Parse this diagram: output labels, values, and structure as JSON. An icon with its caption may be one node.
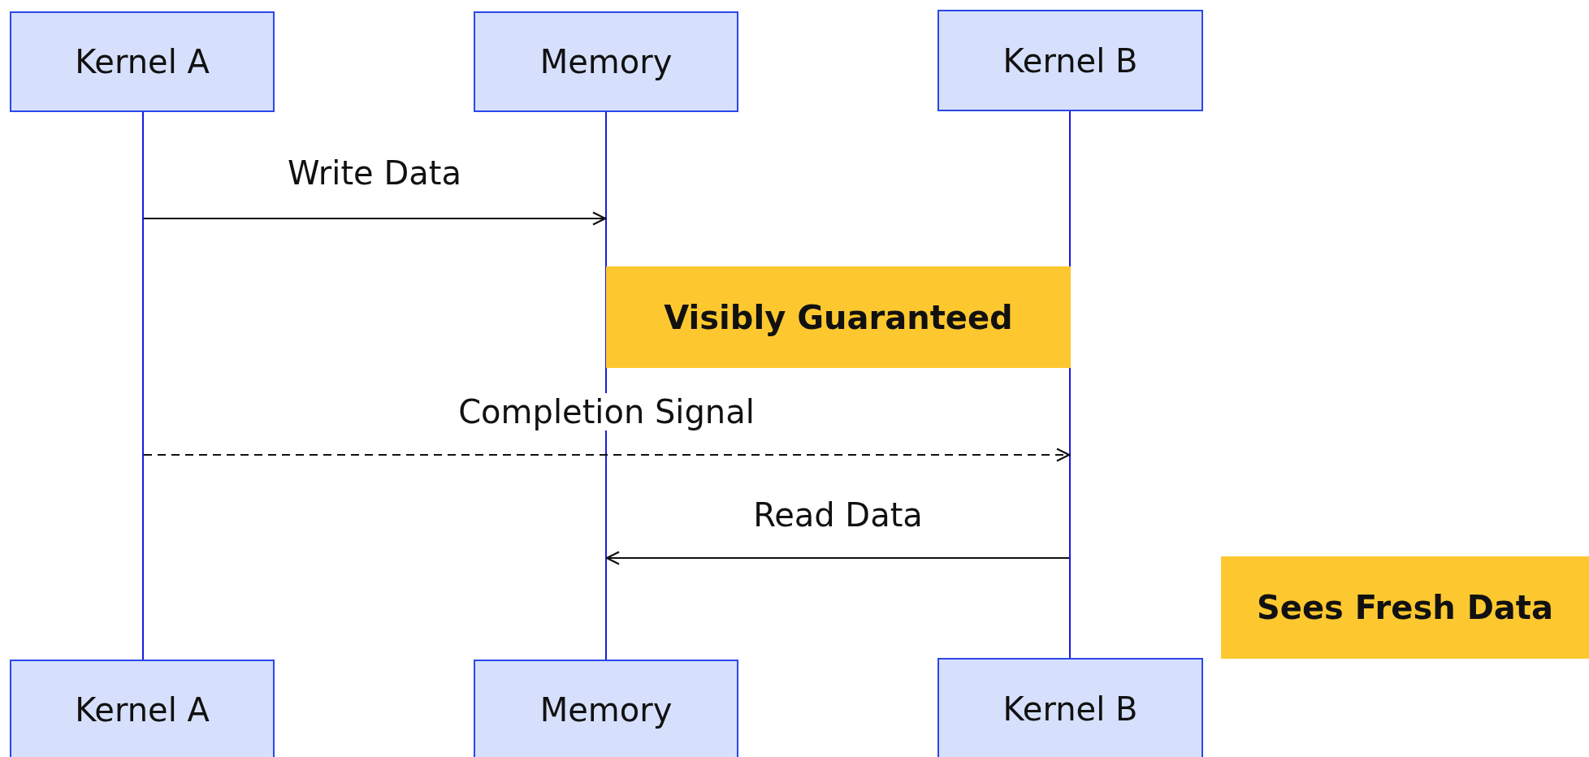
{
  "diagram": {
    "nodes": [
      {
        "text": [
          "Kernel A"
        ]
      },
      {
        "text": [
          "Memory"
        ]
      },
      {
        "text": [
          "Kernel B"
        ]
      },
      {
        "text": [
          "Visibly Guaranteed"
        ]
      },
      {
        "text": [
          "Sees Fresh Data"
        ]
      },
      {
        "text": [
          "Kernel A"
        ]
      },
      {
        "text": [
          "Memory"
        ]
      },
      {
        "text": [
          "Kernel B"
        ]
      },
      {
        "text": [],
        "shape": "line"
      },
      {
        "text": [],
        "shape": "line"
      },
      {
        "text": [],
        "shape": "line"
      }
    ],
    "edges": [
      {
        "from": 8,
        "to": 9,
        "arrow": "to",
        "label": "Write Data"
      },
      {
        "from": 8,
        "to": 10,
        "arrow": "to",
        "label": "Completion Signal",
        "style": "dashed"
      },
      {
        "from": 10,
        "to": 9,
        "arrow": "to",
        "label": "Read Data"
      }
    ]
  }
}
